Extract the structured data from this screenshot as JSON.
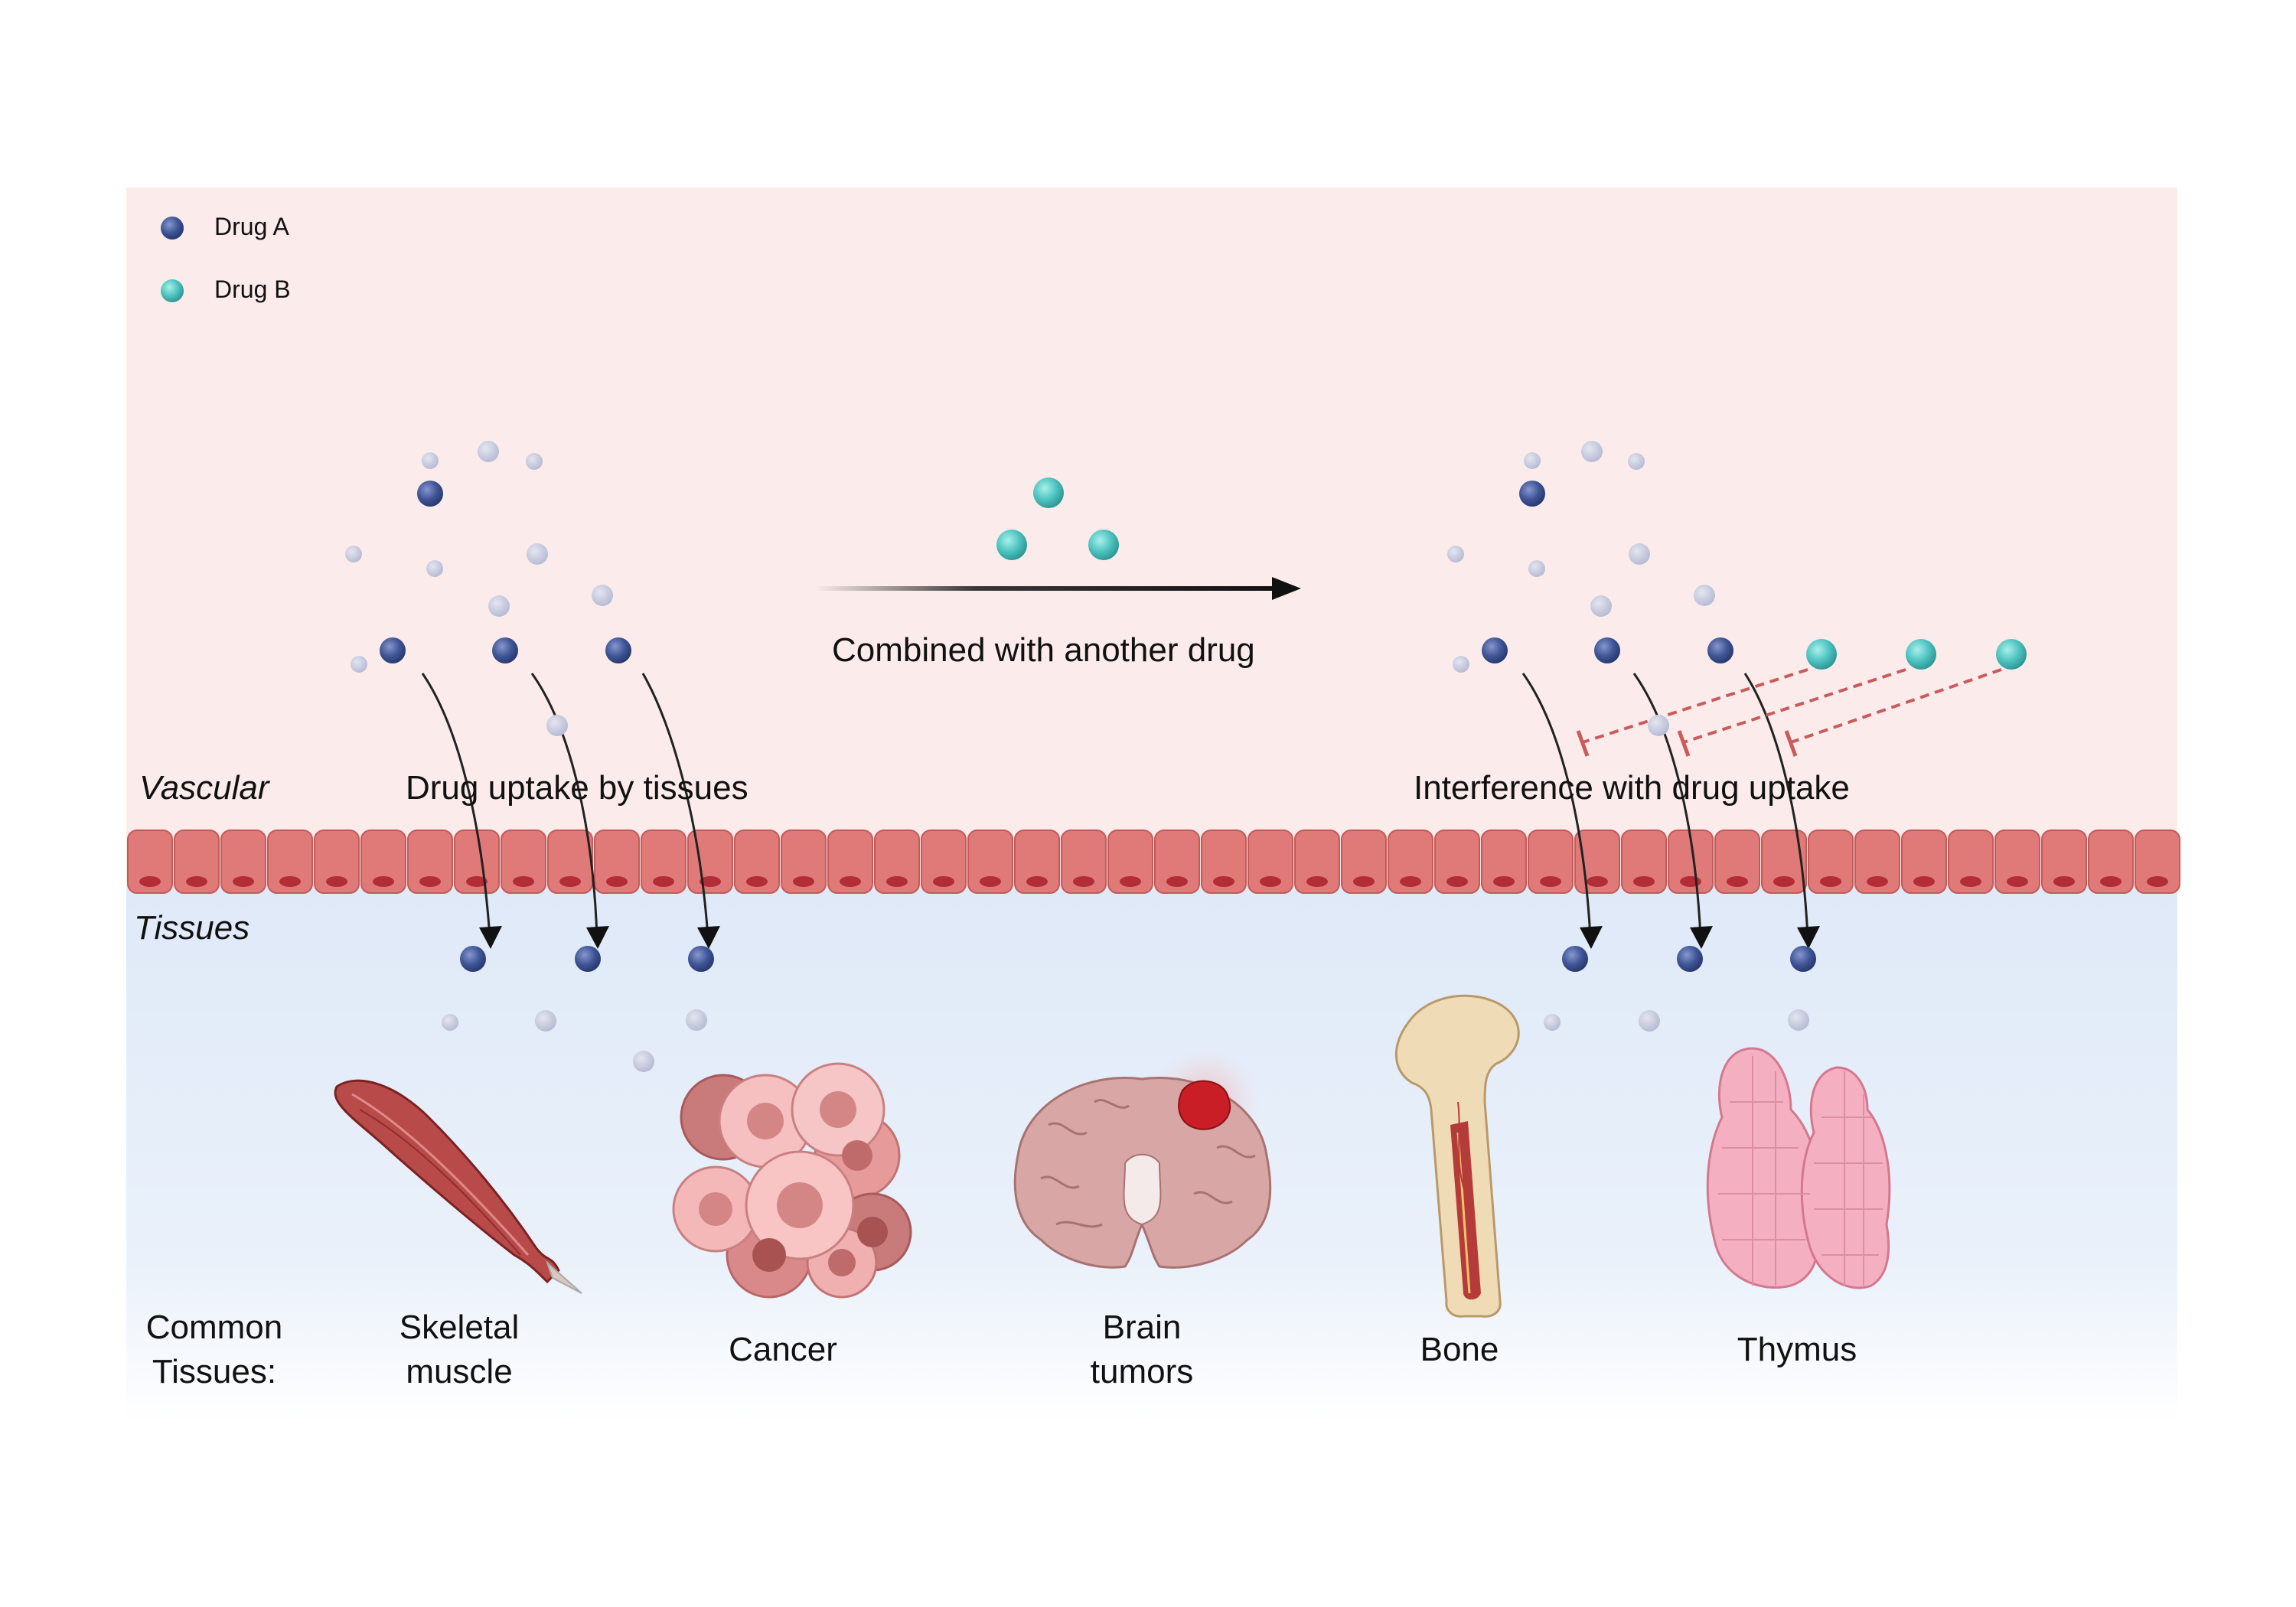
{
  "legend": {
    "drug_a": "Drug A",
    "drug_b": "Drug B"
  },
  "regions": {
    "vascular": "Vascular",
    "tissues": "Tissues"
  },
  "captions": {
    "combined": "Combined with another drug",
    "uptake": "Drug uptake by tissues",
    "interference": "Interference with drug uptake"
  },
  "tissues": {
    "heading_line1": "Common",
    "heading_line2": "Tissues:",
    "skeletal_line1": "Skeletal",
    "skeletal_line2": "muscle",
    "cancer": "Cancer",
    "brain_line1": "Brain",
    "brain_line2": "tumors",
    "bone": "Bone",
    "thymus": "Thymus"
  },
  "colors": {
    "vascular_bg": "#fbeceb",
    "tissue_bg": "#e2ecf8",
    "drug_a": "#3f5596",
    "drug_b": "#4dc3c0",
    "background_molecule": "#c6c9dc",
    "endothelium": "#e07a78",
    "inhibition": "#c95b5b"
  }
}
